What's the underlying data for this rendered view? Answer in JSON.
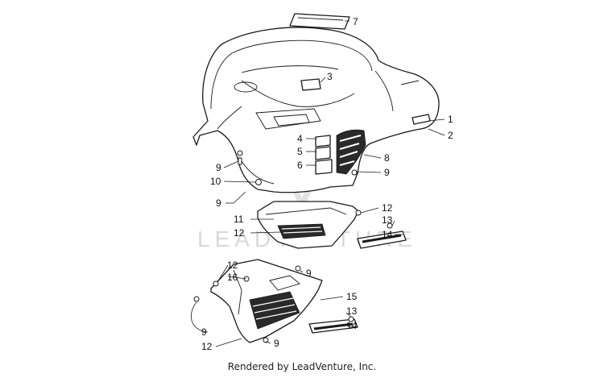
{
  "watermark": {
    "text": "LEADVENTURE"
  },
  "footer": {
    "text": "Rendered by LeadVenture, Inc."
  },
  "callouts": [
    {
      "id": "c7",
      "label": "7"
    },
    {
      "id": "c3",
      "label": "3"
    },
    {
      "id": "c1",
      "label": "1"
    },
    {
      "id": "c2",
      "label": "2"
    },
    {
      "id": "c4",
      "label": "4"
    },
    {
      "id": "c5",
      "label": "5"
    },
    {
      "id": "c6",
      "label": "6"
    },
    {
      "id": "c8",
      "label": "8"
    },
    {
      "id": "c9a",
      "label": "9"
    },
    {
      "id": "c9b",
      "label": "9"
    },
    {
      "id": "c10",
      "label": "10"
    },
    {
      "id": "c9c",
      "label": "9"
    },
    {
      "id": "c12a",
      "label": "12"
    },
    {
      "id": "c11",
      "label": "11"
    },
    {
      "id": "c13a",
      "label": "13"
    },
    {
      "id": "c12b",
      "label": "12"
    },
    {
      "id": "c14a",
      "label": "14"
    },
    {
      "id": "c9d",
      "label": "9"
    },
    {
      "id": "c12c",
      "label": "12"
    },
    {
      "id": "c16",
      "label": "16"
    },
    {
      "id": "c15",
      "label": "15"
    },
    {
      "id": "c13b",
      "label": "13"
    },
    {
      "id": "c14b",
      "label": "14"
    },
    {
      "id": "c9e",
      "label": "9"
    },
    {
      "id": "c12d",
      "label": "12"
    },
    {
      "id": "c9f",
      "label": "9"
    }
  ]
}
